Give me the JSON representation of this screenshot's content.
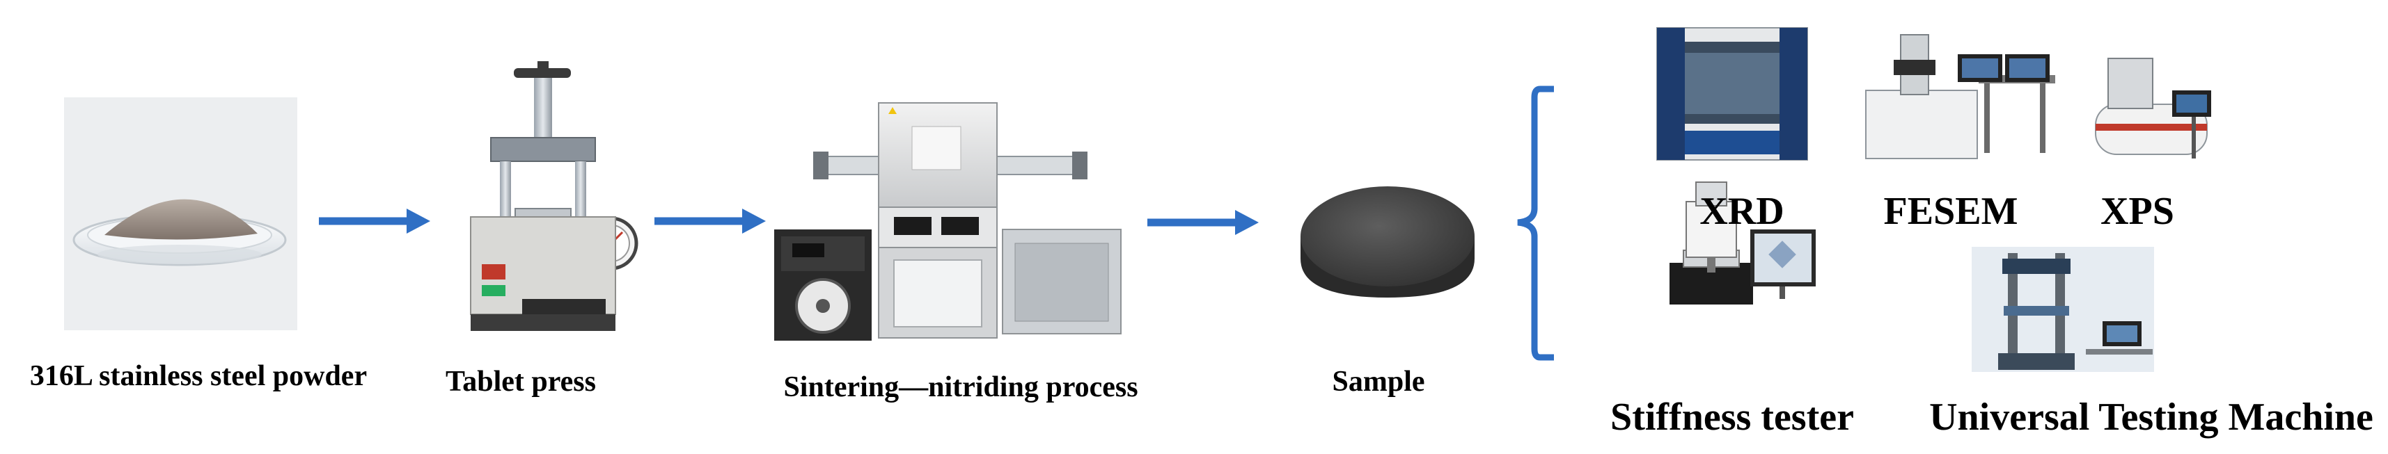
{
  "steps": {
    "powder": {
      "label": "316L stainless steel powder"
    },
    "press": {
      "label": "Tablet press"
    },
    "furnace": {
      "label": "Sintering—nitriding process"
    },
    "sample": {
      "label": "Sample"
    }
  },
  "characterization": {
    "xrd": {
      "label": "XRD"
    },
    "fesem": {
      "label": "FESEM"
    },
    "xps": {
      "label": "XPS"
    },
    "stiffness": {
      "label": "Stiffness tester"
    },
    "utm": {
      "label": "Universal Testing Machine"
    }
  },
  "colors": {
    "arrow": "#2f6fc4",
    "bracket": "#2f6fc4",
    "text": "#000000"
  }
}
